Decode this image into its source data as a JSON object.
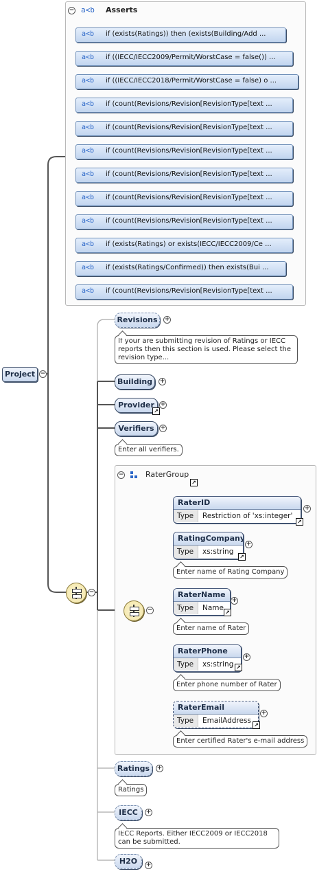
{
  "root": {
    "label": "Project"
  },
  "asserts": {
    "title": "Asserts",
    "glyph": "a<b",
    "items": [
      "if (exists(Ratings)) then (exists(Building/Add ...",
      "if ((IECC/IECC2009/Permit/WorstCase = false()) ...",
      "if ((IECC/IECC2018/Permit/WorstCase = false) o ...",
      "if (count(Revisions/Revision[RevisionType[text ...",
      "if (count(Revisions/Revision[RevisionType[text ...",
      "if (count(Revisions/Revision[RevisionType[text ...",
      "if (count(Revisions/Revision[RevisionType[text ...",
      "if (count(Revisions/Revision[RevisionType[text ...",
      "if (count(Revisions/Revision[RevisionType[text ...",
      "if (exists(Ratings) or exists(IECC/IECC2009/Ce ...",
      "if (exists(Ratings/Confirmed)) then exists(Bui ...",
      "if (count(Revisions/Revision[RevisionType[text ..."
    ]
  },
  "elements": {
    "revisions": {
      "label": "Revisions",
      "doc": "If your are submitting revision of Ratings or IECC reports then this section is used. Please select the revision type..."
    },
    "building": {
      "label": "Building"
    },
    "provider": {
      "label": "Provider"
    },
    "verifiers": {
      "label": "Verifiers",
      "doc": "Enter all verifiers."
    },
    "ratings": {
      "label": "Ratings",
      "doc": "Ratings"
    },
    "iecc": {
      "label": "IECC",
      "doc": "IECC Reports. Either IECC2009 or IECC2018 can be submitted."
    },
    "h2o": {
      "label": "H2O"
    }
  },
  "rater_group": {
    "title": "RaterGroup",
    "type_key": "Type",
    "fields": [
      {
        "name": "RaterID",
        "type": "Restriction of 'xs:integer'",
        "doc": ""
      },
      {
        "name": "RatingCompany",
        "type": "xs:string",
        "doc": "Enter name of Rating Company"
      },
      {
        "name": "RaterName",
        "type": "Name",
        "doc": "Enter name of Rater"
      },
      {
        "name": "RaterPhone",
        "type": "xs:string",
        "doc": "Enter phone number of Rater"
      },
      {
        "name": "RaterEmail",
        "type": "EmailAddress",
        "doc": "Enter certified Rater's e-mail address"
      }
    ]
  },
  "symbols": {
    "expand": "+",
    "collapse": "−",
    "link": "↗"
  },
  "colors": {
    "accent_blue": "#2a66c8",
    "node_top": "#f1f5fc",
    "node_bottom": "#c9d8ee",
    "sequence_fill": "#f0e2a0"
  }
}
